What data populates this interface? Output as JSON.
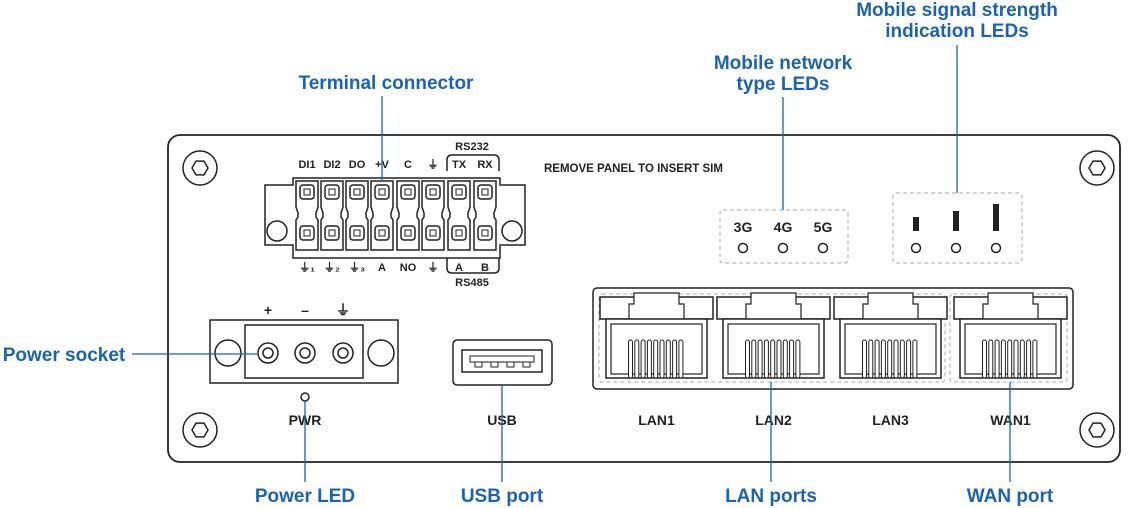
{
  "callouts": {
    "terminal": "Terminal connector",
    "net_led_1": "Mobile network",
    "net_led_2": "type LEDs",
    "signal_1": "Mobile signal strength",
    "signal_2": "indication LEDs",
    "power_socket": "Power socket",
    "power_led": "Power LED",
    "usb_port": "USB port",
    "lan_ports": "LAN ports",
    "wan_port": "WAN port"
  },
  "terminal": {
    "top": [
      "DI1",
      "DI2",
      "DO",
      "+V",
      "C",
      "⏚",
      "TX",
      "RX"
    ],
    "bottom": [
      "⏚₁",
      "⏚₂",
      "⏚₃",
      "A",
      "NO",
      "⏚",
      "A",
      "B"
    ],
    "rs232": "RS232",
    "rs485": "RS485"
  },
  "sim_text": "REMOVE PANEL TO INSERT SIM",
  "network_leds": [
    "3G",
    "4G",
    "5G"
  ],
  "power": {
    "pins": [
      "+",
      "–",
      "⏚"
    ],
    "label": "PWR"
  },
  "usb_label": "USB",
  "ports": [
    "LAN1",
    "LAN2",
    "LAN3",
    "WAN1"
  ]
}
